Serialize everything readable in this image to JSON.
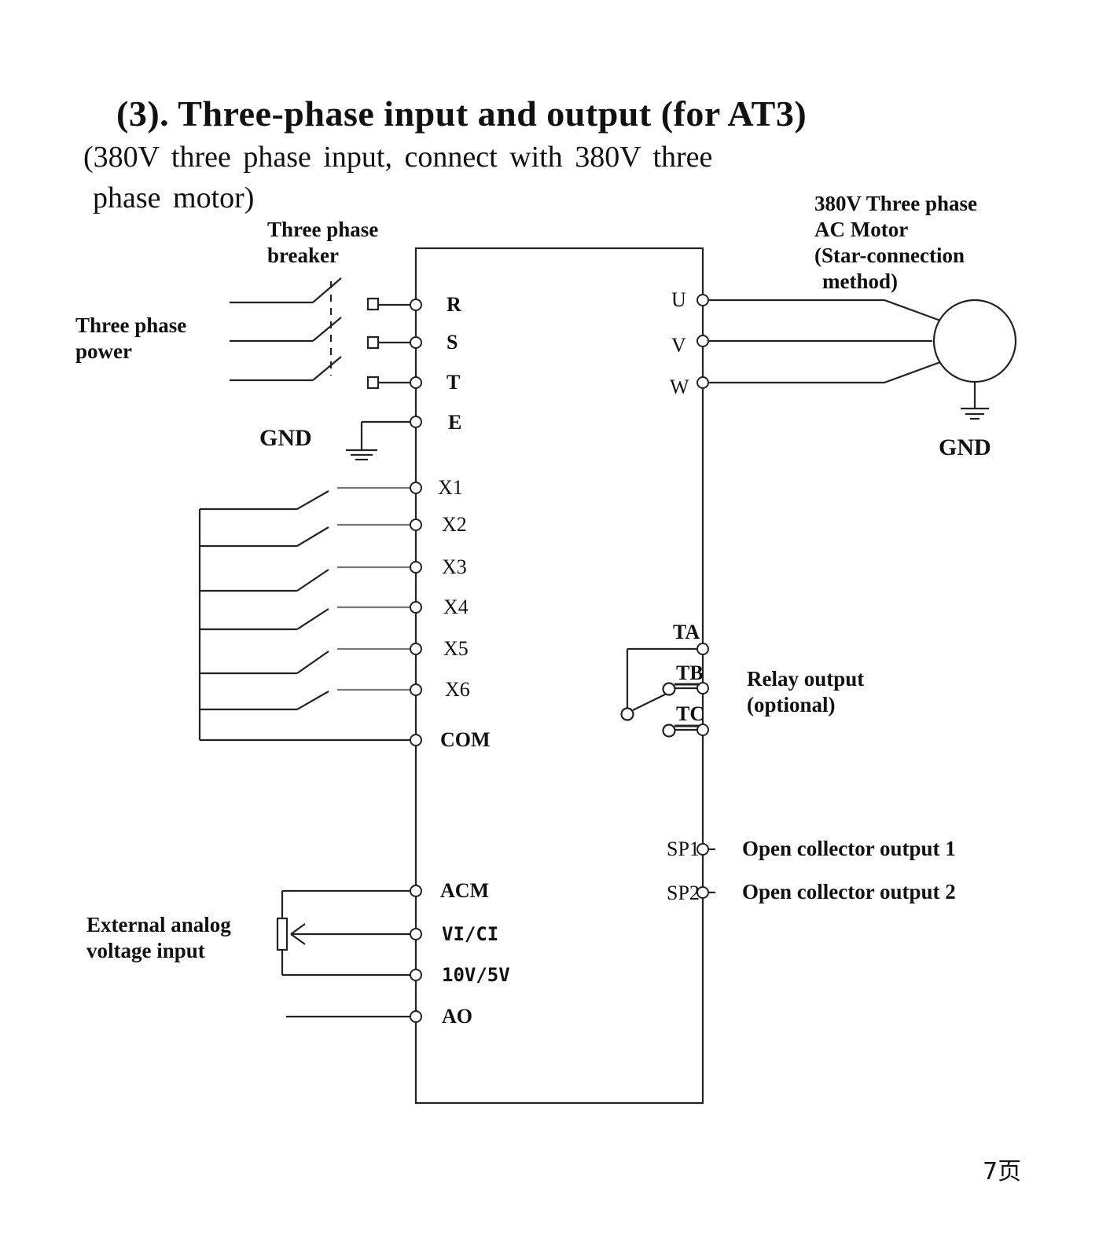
{
  "header": {
    "title": "(3). Three-phase input and output (for AT3)",
    "subtitle_line1": "(380V three phase input, connect with 380V three",
    "subtitle_line2": "phase motor)"
  },
  "labels": {
    "breaker": [
      "Three phase",
      "breaker"
    ],
    "power": [
      "Three phase",
      "power"
    ],
    "gnd_left": "GND",
    "motor": [
      "380V Three phase",
      "AC Motor",
      "(Star-connection",
      "method)"
    ],
    "gnd_right": "GND",
    "relay": [
      "Relay output",
      "(optional)"
    ],
    "analog": [
      "External analog",
      "voltage input"
    ],
    "sp1_desc": "Open collector output 1",
    "sp2_desc": "Open collector output 2"
  },
  "terminals": {
    "R": "R",
    "S": "S",
    "T": "T",
    "E": "E",
    "X1": "X1",
    "X2": "X2",
    "X3": "X3",
    "X4": "X4",
    "X5": "X5",
    "X6": "X6",
    "COM": "COM",
    "ACM": "ACM",
    "VICI": "VI/CI",
    "V10": "10V/5V",
    "AO": "AO",
    "U": "U",
    "V": "V",
    "W": "W",
    "TA": "TA",
    "TB": "TB",
    "TC": "TC",
    "SP1": "SP1",
    "SP2": "SP2"
  },
  "footer": {
    "page": "7页"
  }
}
